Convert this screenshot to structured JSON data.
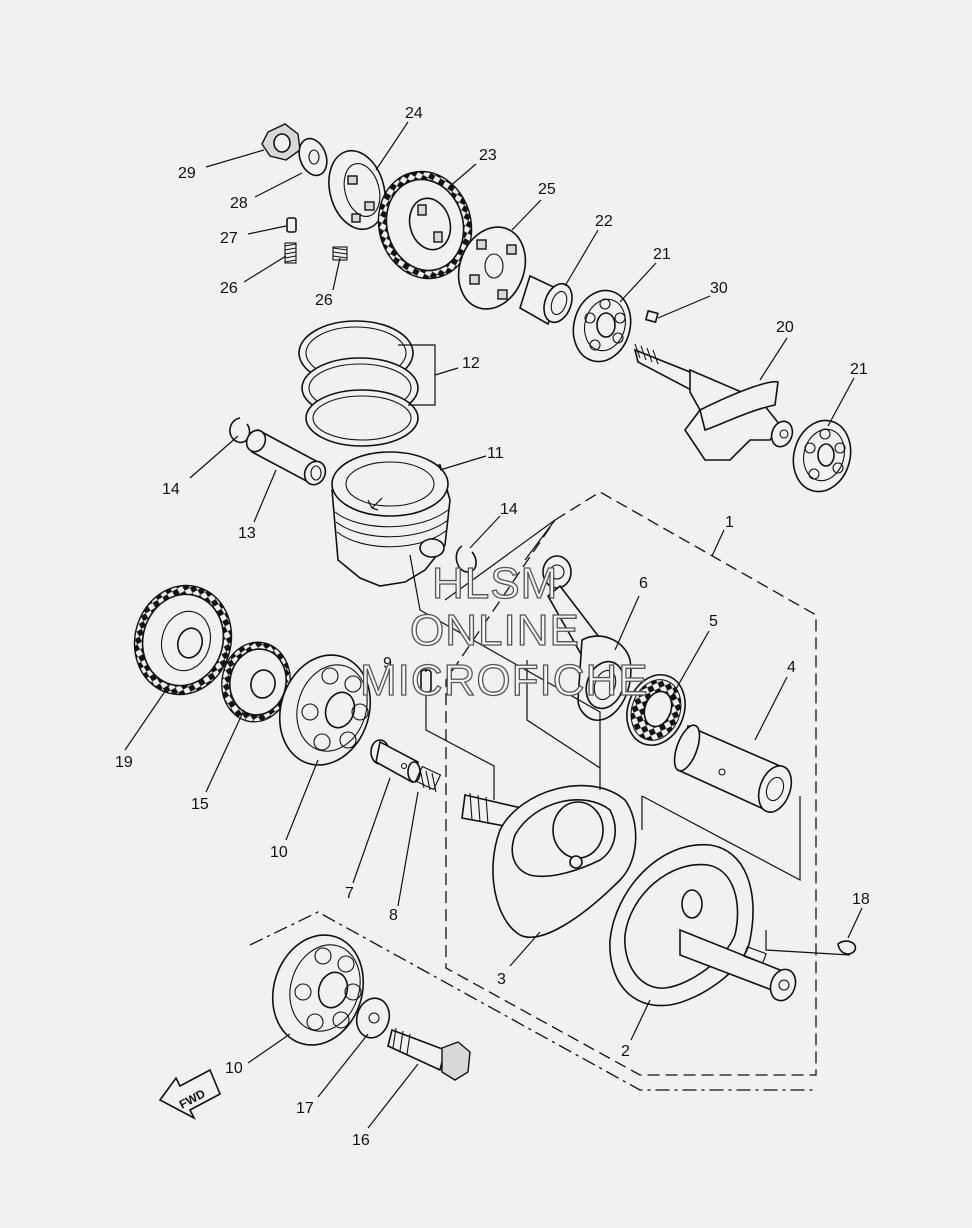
{
  "callouts": [
    {
      "id": "c29",
      "label": "29"
    },
    {
      "id": "c28",
      "label": "28"
    },
    {
      "id": "c24",
      "label": "24"
    },
    {
      "id": "c23",
      "label": "23"
    },
    {
      "id": "c27",
      "label": "27"
    },
    {
      "id": "c26a",
      "label": "26"
    },
    {
      "id": "c26b",
      "label": "26"
    },
    {
      "id": "c25",
      "label": "25"
    },
    {
      "id": "c22",
      "label": "22"
    },
    {
      "id": "c21a",
      "label": "21"
    },
    {
      "id": "c30",
      "label": "30"
    },
    {
      "id": "c20",
      "label": "20"
    },
    {
      "id": "c21b",
      "label": "21"
    },
    {
      "id": "c12",
      "label": "12"
    },
    {
      "id": "c11",
      "label": "11"
    },
    {
      "id": "c14a",
      "label": "14"
    },
    {
      "id": "c13",
      "label": "13"
    },
    {
      "id": "c14b",
      "label": "14"
    },
    {
      "id": "c1",
      "label": "1"
    },
    {
      "id": "c6",
      "label": "6"
    },
    {
      "id": "c5",
      "label": "5"
    },
    {
      "id": "c4",
      "label": "4"
    },
    {
      "id": "c9",
      "label": "9"
    },
    {
      "id": "c19",
      "label": "19"
    },
    {
      "id": "c15",
      "label": "15"
    },
    {
      "id": "c10a",
      "label": "10"
    },
    {
      "id": "c7",
      "label": "7"
    },
    {
      "id": "c8",
      "label": "8"
    },
    {
      "id": "c3",
      "label": "3"
    },
    {
      "id": "c2",
      "label": "2"
    },
    {
      "id": "c18",
      "label": "18"
    },
    {
      "id": "c10b",
      "label": "10"
    },
    {
      "id": "c17",
      "label": "17"
    },
    {
      "id": "c16",
      "label": "16"
    }
  ],
  "fwd_label": "FWD",
  "watermark": [
    "HLSM",
    "ONLINE",
    "MICROFICHE"
  ]
}
